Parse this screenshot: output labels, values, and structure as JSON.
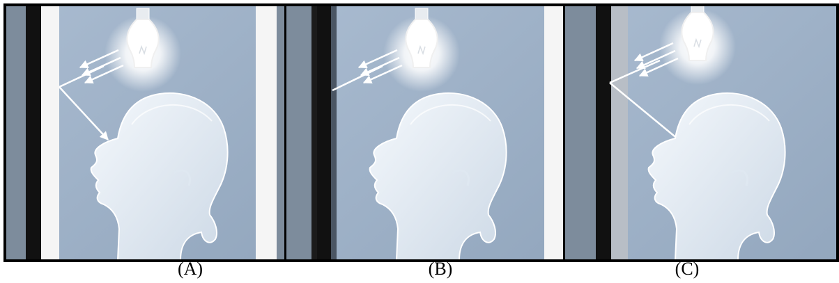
{
  "panels": [
    {
      "label": "(A)",
      "scene": "light-reflected-to-face"
    },
    {
      "label": "(B)",
      "scene": "light-absorbed-at-wall"
    },
    {
      "label": "(C)",
      "scene": "light-reflected-to-face"
    }
  ],
  "colors": {
    "background": "#9fb2c8",
    "glow": "#ffffff",
    "wall_dark": "#111111",
    "wall_light": "#f2f2f2",
    "figure": "#e6eef6"
  },
  "icons": [
    "lightbulb-icon",
    "head-profile-icon",
    "light-ray-arrow-icon"
  ]
}
